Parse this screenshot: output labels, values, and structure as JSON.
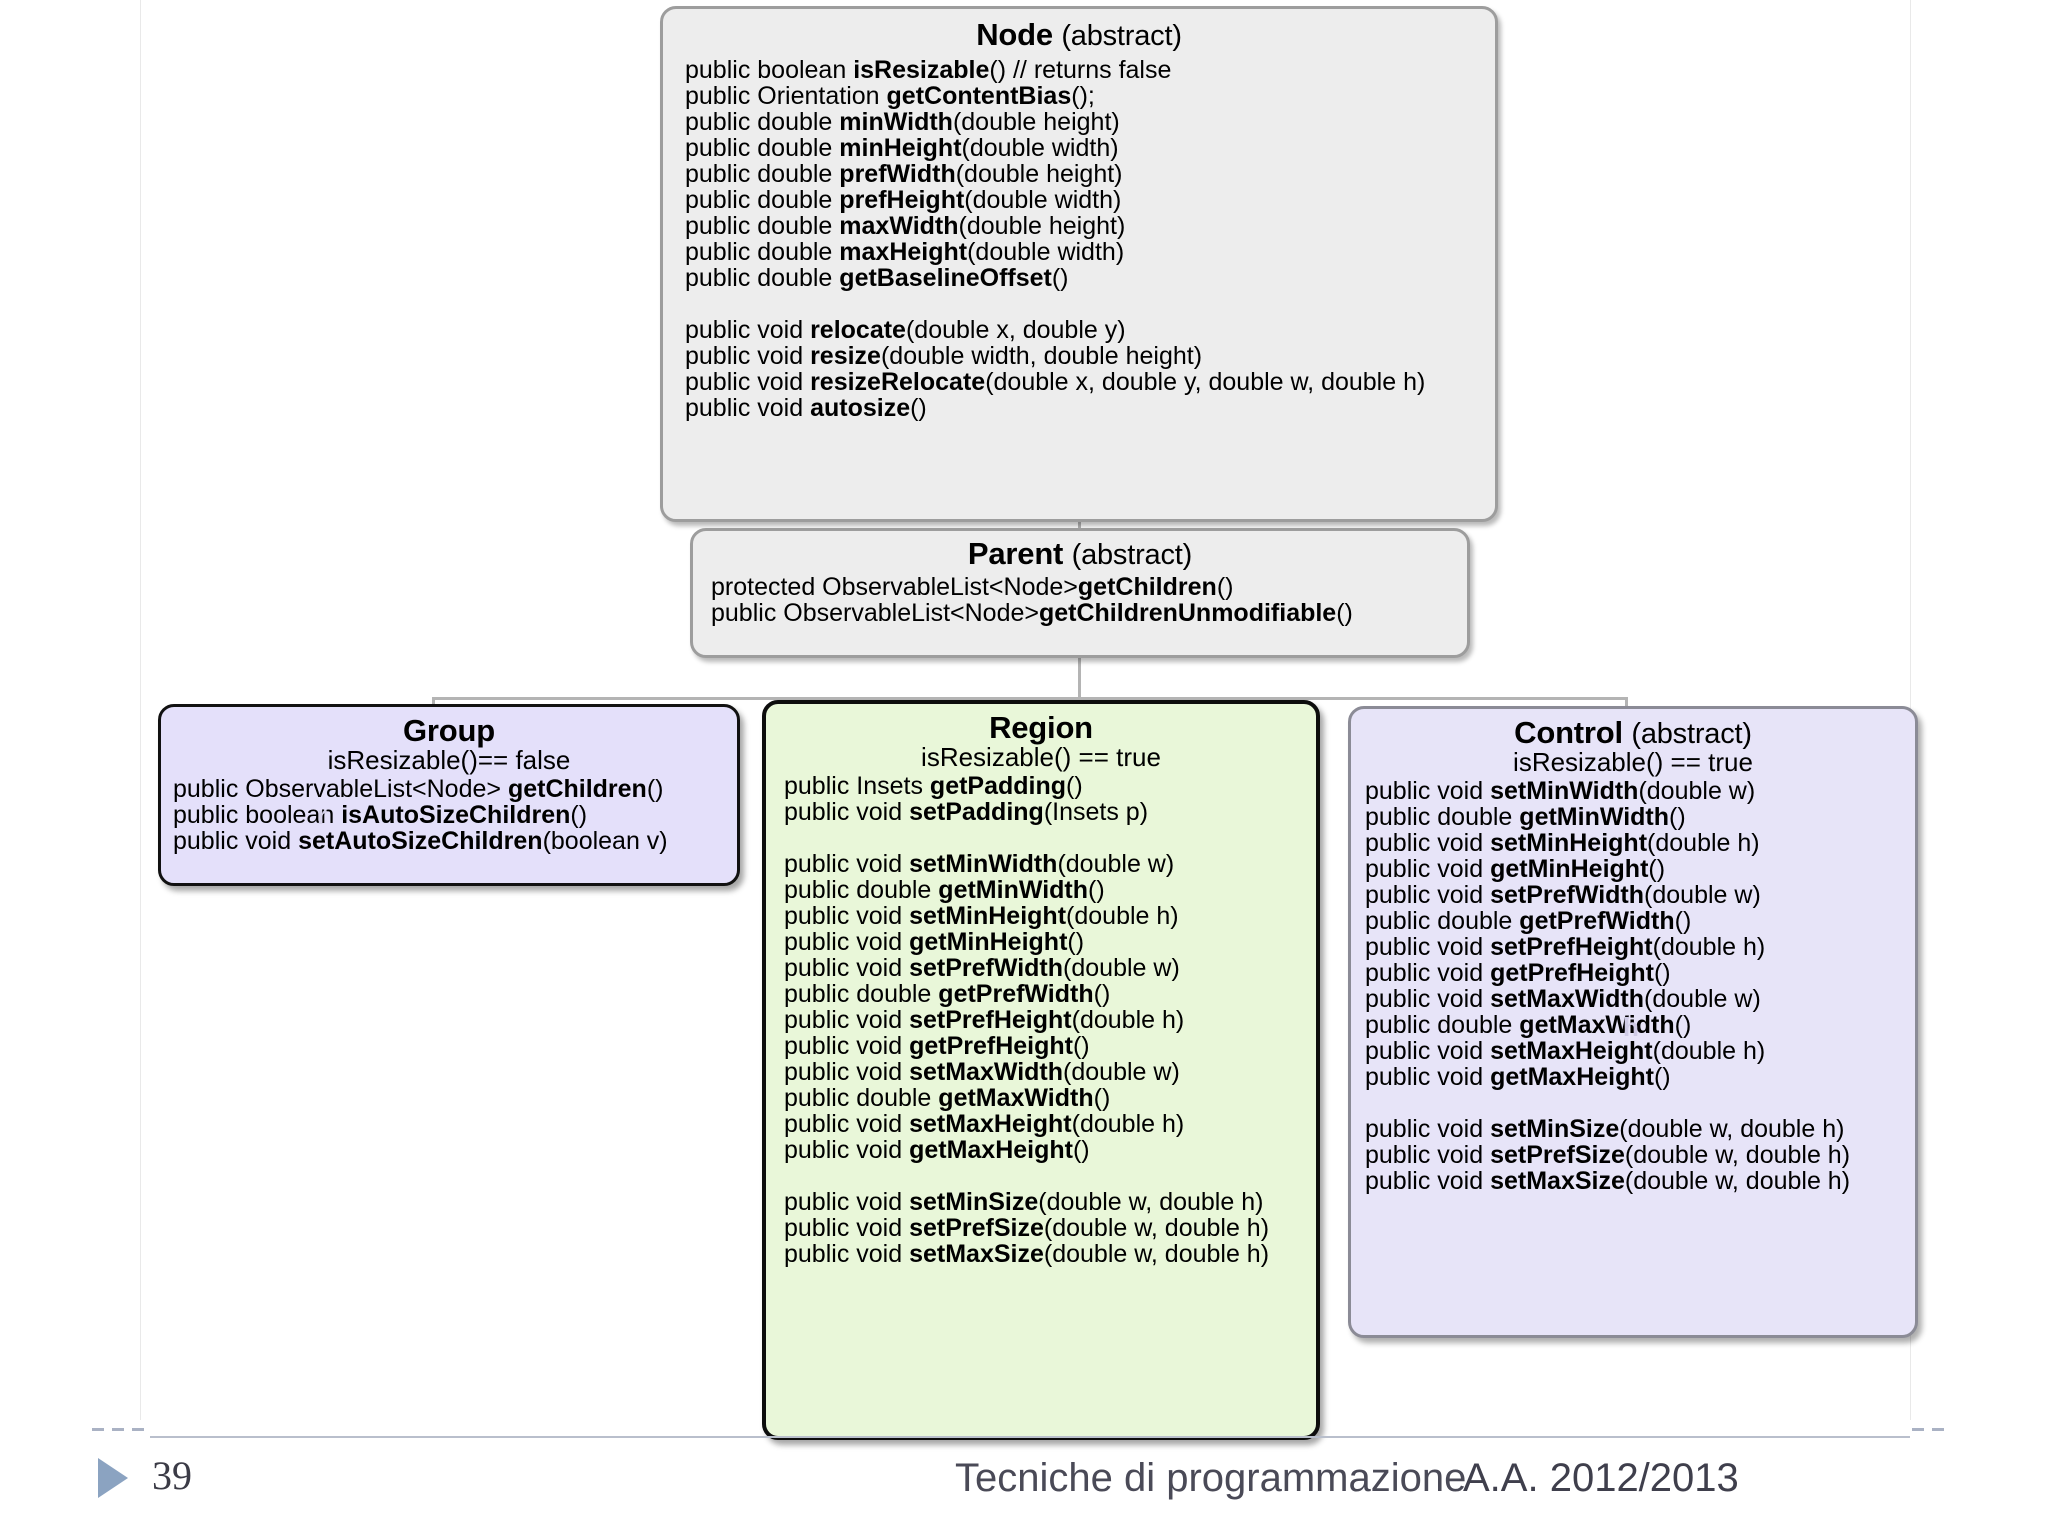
{
  "slide": {
    "diagram_type": "uml-class-hierarchy",
    "colors": {
      "node_fill": "#ededed",
      "parent_fill": "#ededed",
      "group_fill": "#e4e0fa",
      "region_fill": "#e9f7d9",
      "control_fill": "#e7e4f8",
      "connector": "#b4b4b4",
      "footer_text": "#4a4a57",
      "page_marker": "#8ba3c1"
    }
  },
  "boxes": {
    "node": {
      "title": "Node",
      "title_suffix": "(abstract)",
      "lines": [
        {
          "plain": "public boolean ",
          "bold": "isResizable",
          "tail": "() // returns false"
        },
        {
          "plain": "public Orientation ",
          "bold": "getContentBias",
          "tail": "();"
        },
        {
          "plain": "public double ",
          "bold": "minWidth",
          "tail": "(double height)"
        },
        {
          "plain": "public double ",
          "bold": "minHeight",
          "tail": "(double width)"
        },
        {
          "plain": "public double ",
          "bold": "prefWidth",
          "tail": "(double height)"
        },
        {
          "plain": "public double ",
          "bold": "prefHeight",
          "tail": "(double width)"
        },
        {
          "plain": "public double ",
          "bold": "maxWidth",
          "tail": "(double height)"
        },
        {
          "plain": "public double ",
          "bold": "maxHeight",
          "tail": "(double width)"
        },
        {
          "plain": "public double ",
          "bold": "getBaselineOffset",
          "tail": "()"
        },
        {
          "spacer": true
        },
        {
          "plain": "public void ",
          "bold": "relocate",
          "tail": "(double x, double y)"
        },
        {
          "plain": "public void ",
          "bold": "resize",
          "tail": "(double width, double height)"
        },
        {
          "plain": "public void ",
          "bold": "resizeRelocate",
          "tail": "(double x, double y, double w, double h)"
        },
        {
          "plain": "public void ",
          "bold": "autosize",
          "tail": "()"
        }
      ]
    },
    "parent": {
      "title": "Parent",
      "title_suffix": "(abstract)",
      "lines": [
        {
          "plain": "protected ObservableList<Node>",
          "bold": "getChildren",
          "tail": "()"
        },
        {
          "plain": "public ObservableList<Node>",
          "bold": "getChildrenUnmodifiable",
          "tail": "()"
        }
      ]
    },
    "group": {
      "title": "Group",
      "title_suffix": "",
      "subtitle": "isResizable()== false",
      "lines": [
        {
          "plain": "public ObservableList<Node> ",
          "bold": "getChildren",
          "tail": "()"
        },
        {
          "plain": "public boolean ",
          "bold": "isAutoSizeChildren",
          "tail": "()"
        },
        {
          "plain": "public void ",
          "bold": "setAutoSizeChildren",
          "tail": "(boolean v)"
        }
      ]
    },
    "region": {
      "title": "Region",
      "title_suffix": "",
      "subtitle": "isResizable() == true",
      "lines": [
        {
          "plain": "public Insets ",
          "bold": "getPadding",
          "tail": "()"
        },
        {
          "plain": "public void ",
          "bold": "setPadding",
          "tail": "(Insets p)"
        },
        {
          "spacer": true
        },
        {
          "plain": "public void ",
          "bold": "setMinWidth",
          "tail": "(double w)"
        },
        {
          "plain": "public double ",
          "bold": "getMinWidth",
          "tail": "()"
        },
        {
          "plain": "public void ",
          "bold": "setMinHeight",
          "tail": "(double h)"
        },
        {
          "plain": "public void ",
          "bold": "getMinHeight",
          "tail": "()"
        },
        {
          "plain": "public void ",
          "bold": "setPrefWidth",
          "tail": "(double w)"
        },
        {
          "plain": "public double ",
          "bold": "getPrefWidth",
          "tail": "()"
        },
        {
          "plain": "public void ",
          "bold": "setPrefHeight",
          "tail": "(double h)"
        },
        {
          "plain": "public void ",
          "bold": "getPrefHeight",
          "tail": "()"
        },
        {
          "plain": "public void ",
          "bold": "setMaxWidth",
          "tail": "(double w)"
        },
        {
          "plain": "public double ",
          "bold": "getMaxWidth",
          "tail": "()"
        },
        {
          "plain": "public void ",
          "bold": "setMaxHeight",
          "tail": "(double h)"
        },
        {
          "plain": "public void ",
          "bold": "getMaxHeight",
          "tail": "()"
        },
        {
          "spacer": true
        },
        {
          "plain": "public void ",
          "bold": "setMinSize",
          "tail": "(double w, double h)"
        },
        {
          "plain": "public void ",
          "bold": "setPrefSize",
          "tail": "(double w, double h)"
        },
        {
          "plain": "public void ",
          "bold": "setMaxSize",
          "tail": "(double w, double h)"
        }
      ]
    },
    "control": {
      "title": "Control",
      "title_suffix": "(abstract)",
      "subtitle": "isResizable() == true",
      "lines": [
        {
          "plain": "public void ",
          "bold": "setMinWidth",
          "tail": "(double w)"
        },
        {
          "plain": "public double ",
          "bold": "getMinWidth",
          "tail": "()"
        },
        {
          "plain": "public void ",
          "bold": "setMinHeight",
          "tail": "(double h)"
        },
        {
          "plain": "public void ",
          "bold": "getMinHeight",
          "tail": "()"
        },
        {
          "plain": "public void ",
          "bold": "setPrefWidth",
          "tail": "(double w)"
        },
        {
          "plain": "public double ",
          "bold": "getPrefWidth",
          "tail": "()"
        },
        {
          "plain": "public void ",
          "bold": "setPrefHeight",
          "tail": "(double h)"
        },
        {
          "plain": "public void ",
          "bold": "getPrefHeight",
          "tail": "()"
        },
        {
          "plain": "public void ",
          "bold": "setMaxWidth",
          "tail": "(double w)"
        },
        {
          "plain": "public double ",
          "bold": "getMaxWidth",
          "tail": "()"
        },
        {
          "plain": "public void ",
          "bold": "setMaxHeight",
          "tail": "(double h)"
        },
        {
          "plain": "public void ",
          "bold": "getMaxHeight",
          "tail": "()"
        },
        {
          "spacer": true
        },
        {
          "plain": "public void ",
          "bold": "setMinSize",
          "tail": "(double w, double h)"
        },
        {
          "plain": "public void ",
          "bold": "setPrefSize",
          "tail": "(double w, double h)"
        },
        {
          "plain": "public void ",
          "bold": "setMaxSize",
          "tail": "(double w, double h)"
        }
      ]
    }
  },
  "footer": {
    "page_number": "39",
    "course": "Tecniche di programmazione",
    "academic_year": "A.A. 2012/2013"
  }
}
